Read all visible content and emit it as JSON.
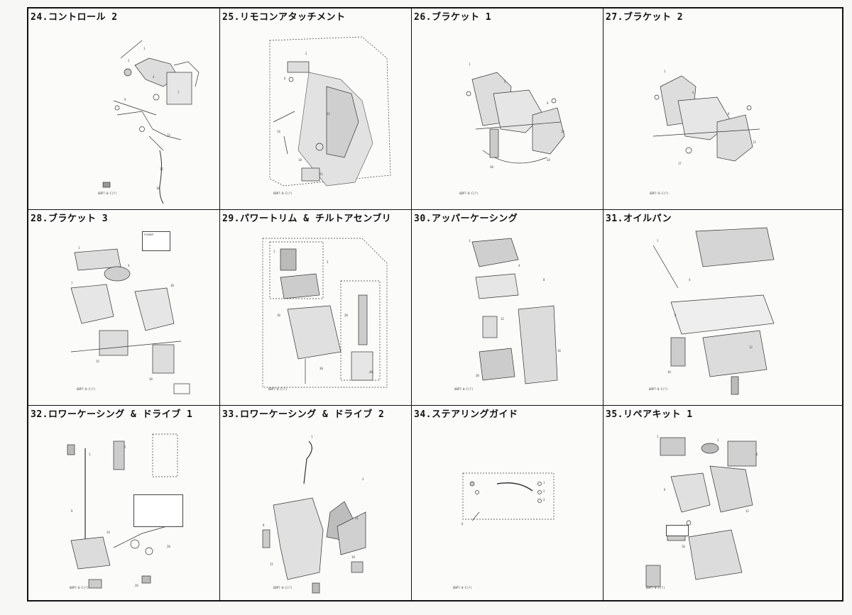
{
  "panels": [
    {
      "title": "24.コントロール 2",
      "code": "6BP7-0-C(?)"
    },
    {
      "title": "25.リモコンアタッチメント",
      "code": "6BP7-0-C(?)"
    },
    {
      "title": "26.ブラケット 1",
      "code": "6BP7-0-C(?)"
    },
    {
      "title": "27.ブラケット 2",
      "code": "6BP7-0-C(?)"
    },
    {
      "title": "28.ブラケット 3",
      "code": "6BP7-0-C(?)",
      "inset": "F20BEP"
    },
    {
      "title": "29.パワートリム & チルトアセンブリ",
      "code": "6BP7-0-C(?)"
    },
    {
      "title": "30.アッパーケーシング",
      "code": "6BP7-0-C(?)"
    },
    {
      "title": "31.オイルパン",
      "code": "6BP7-0-C(?)"
    },
    {
      "title": "32.ロワーケーシング & ドライブ 1",
      "code": "6BP7-0-C(?)"
    },
    {
      "title": "33.ロワーケーシング & ドライブ 2",
      "code": "6BP7-0-C(?)"
    },
    {
      "title": "34.ステアリングガイド",
      "code": "6BP7-0-C(?)"
    },
    {
      "title": "35.リペアキット 1",
      "code": "6BP7-0-C(?)"
    }
  ]
}
